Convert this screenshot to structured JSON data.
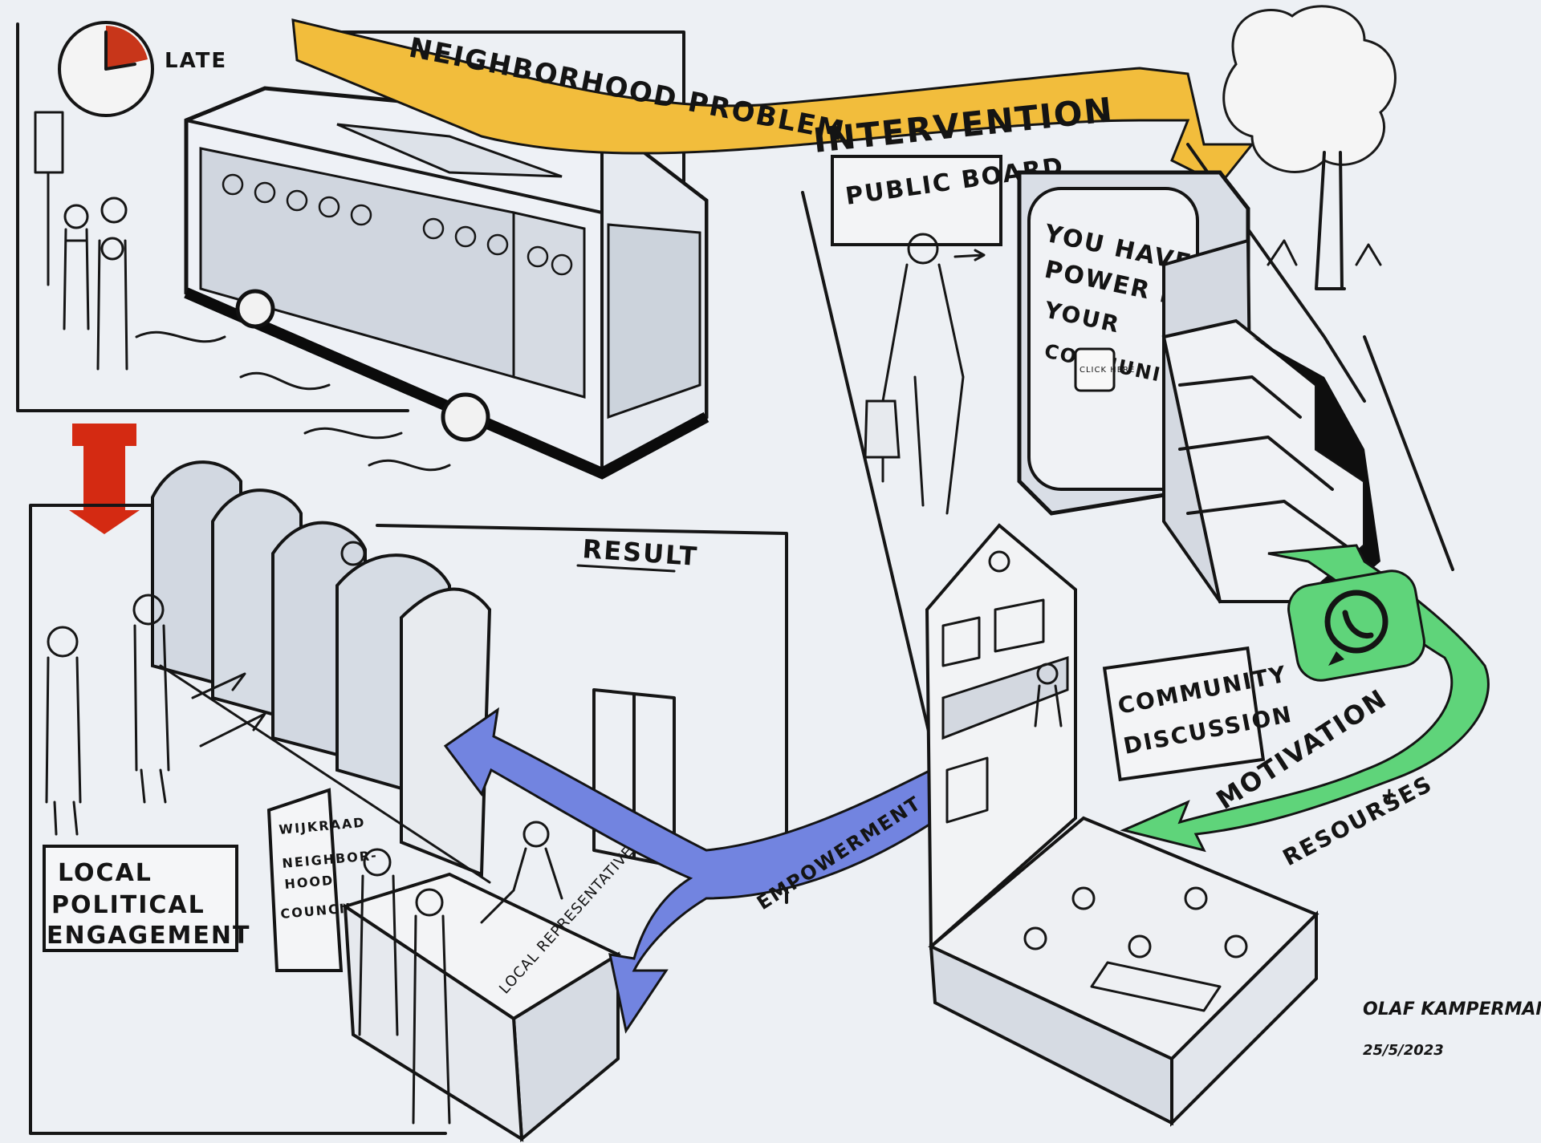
{
  "labels": {
    "late": "LATE",
    "neighborhood_problem": "NEIGHBORHOOD PROBLEM",
    "intervention": "INTERVENTION",
    "public_board": "PUBLIC BOARD",
    "poster_lines": [
      "YOU HAVE",
      "POWER IN",
      "YOUR",
      "COMMUNITY"
    ],
    "poster_button": "CLICK HERE",
    "result": "RESULT",
    "local_political_engagement": [
      "LOCAL",
      "POLITICAL",
      "ENGAGEMENT"
    ],
    "wijkraad_lines": [
      "WIJKRAAD",
      "NEIGHBOR-",
      "HOOD",
      "COUNCIL"
    ],
    "local_representatives": "LOCAL REPRESENTATIVES",
    "empowerment": "EMPOWERMENT",
    "community_discussion": [
      "COMMUNITY",
      "DISCUSSION"
    ],
    "motivation": "MOTIVATION",
    "plus": "+",
    "resources": "RESOURSES"
  },
  "signature": {
    "name": "OLAF KAMPERMAN",
    "date": "25/5/2023"
  },
  "colors": {
    "yellow_arrow": "#f2bd3c",
    "green_arrow": "#5fd47a",
    "blue_arrow": "#7284e0",
    "red_arrow": "#d42a12",
    "clock_wedge": "#c8361a",
    "background": "#eceff3",
    "shade": "#cfd5de"
  },
  "icons": [
    "clock-icon",
    "whatsapp-icon",
    "tree-icon",
    "bus-icon",
    "house-icon"
  ]
}
